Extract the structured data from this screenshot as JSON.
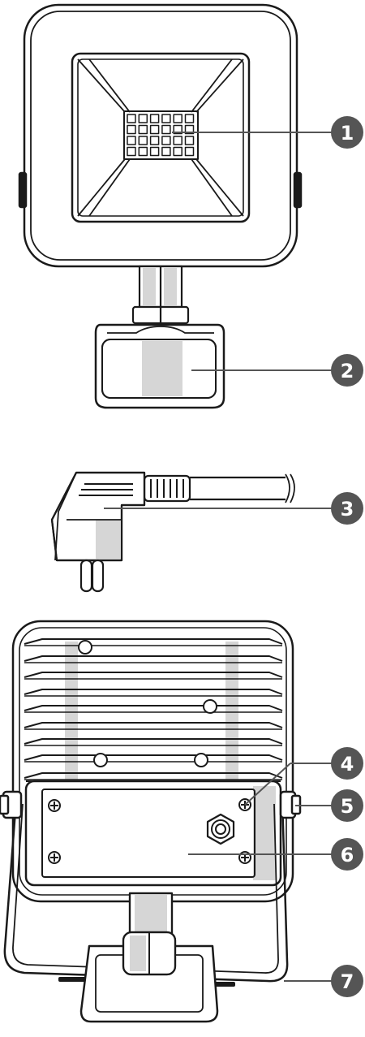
{
  "colors": {
    "line": "#1a1a1a",
    "shade": "#d6d6d6",
    "callout_fill": "#555555",
    "leader": "#555555"
  },
  "callouts": [
    {
      "id": "1",
      "label": "1",
      "part": "led-panel"
    },
    {
      "id": "2",
      "label": "2",
      "part": "motion-sensor"
    },
    {
      "id": "3",
      "label": "3",
      "part": "power-plug"
    },
    {
      "id": "4",
      "label": "4",
      "part": "cover-screw"
    },
    {
      "id": "5",
      "label": "5",
      "part": "bracket-bolt"
    },
    {
      "id": "6",
      "label": "6",
      "part": "connection-cover"
    },
    {
      "id": "7",
      "label": "7",
      "part": "mounting-bracket"
    }
  ]
}
